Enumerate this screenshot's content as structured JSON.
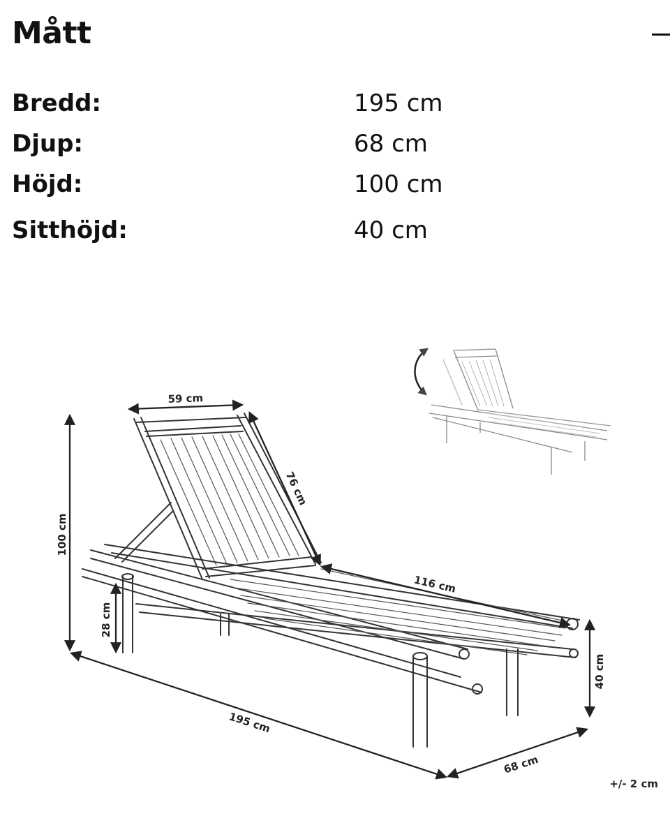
{
  "section": {
    "title": "Mått",
    "collapse_icon": "minus-icon"
  },
  "specs": [
    {
      "label": "Bredd:",
      "value": "195 cm"
    },
    {
      "label": "Djup:",
      "value": "68 cm"
    },
    {
      "label": "Höjd:",
      "value": "100 cm"
    },
    {
      "label": "Sitthöjd:",
      "value": "40 cm"
    }
  ],
  "diagram": {
    "labels": {
      "backrest_width": "59 cm",
      "backrest_length": "76 cm",
      "total_height": "100 cm",
      "seat_length": "116 cm",
      "leg_height": "28 cm",
      "total_length": "195 cm",
      "seat_height": "40 cm",
      "depth": "68 cm",
      "tolerance": "+/- 2 cm"
    }
  }
}
